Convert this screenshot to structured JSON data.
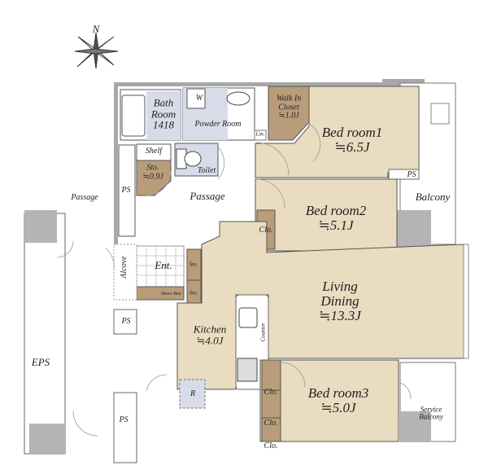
{
  "compass": {
    "north": "N"
  },
  "colors": {
    "room": "#e9dcc0",
    "closet": "#b99d7a",
    "wet": "#d8dce9",
    "wall": "#a8a8a8",
    "line": "#666666"
  },
  "rooms": {
    "bath": [
      "Bath",
      "Room",
      "1418"
    ],
    "washer": "W",
    "powder": "Powder Room",
    "linen": "Lin.",
    "wic": [
      "Walk In",
      "Closet",
      "≒1.0J"
    ],
    "bed1": [
      "Bed room1",
      "≒6.5J"
    ],
    "bed2": [
      "Bed room2",
      "≒5.1J"
    ],
    "bed3": [
      "Bed room3",
      "≒5.0J"
    ],
    "shelf": "Shelf",
    "sto_small": [
      "Sto.",
      "≒0.9J"
    ],
    "toilet": "Toilet",
    "passage_inner": "Passage",
    "passage_outer": "Passage",
    "balcony": "Balcony",
    "service_balcony": [
      "Service",
      "Balcony"
    ],
    "clo": "Clo.",
    "ent": "Ent.",
    "sto": "Sto.",
    "shoes_box": "Shoes Box",
    "alcove": "Alcove",
    "living": [
      "Living",
      "Dining",
      "≒13.3J"
    ],
    "kitchen": [
      "Kitchen",
      "≒4.0J"
    ],
    "counter": "Counter",
    "fridge": "R",
    "ps": "PS",
    "eps": "EPS"
  }
}
